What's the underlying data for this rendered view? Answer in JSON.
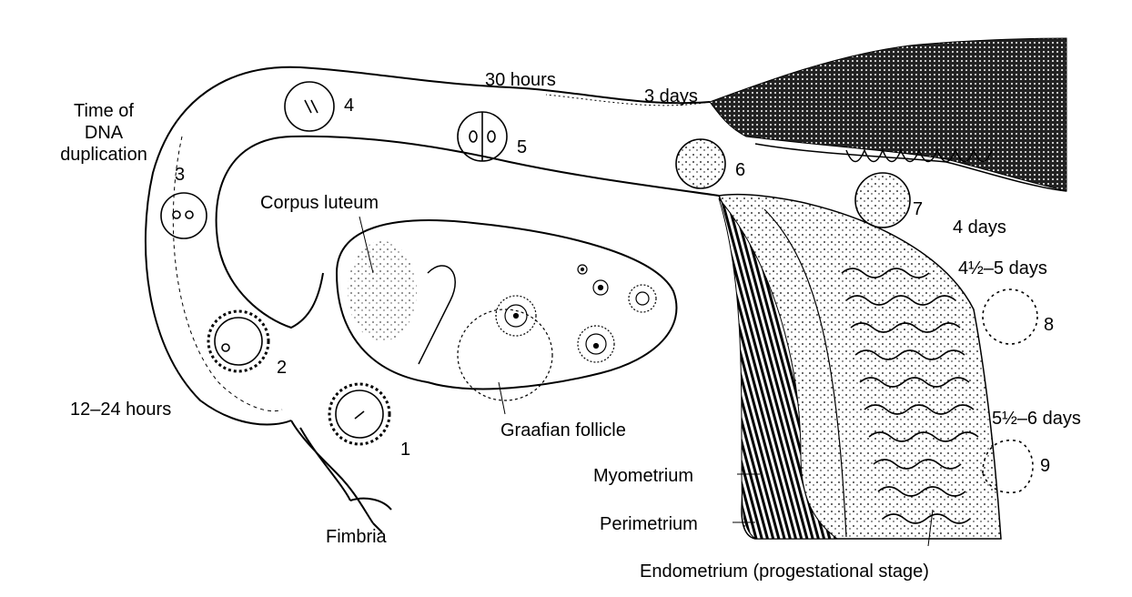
{
  "labels": {
    "time_of_dna_line1": "Time of",
    "time_of_dna_line2": "DNA",
    "time_of_dna_line3": "duplication",
    "hours_30": "30 hours",
    "days_3": "3 days",
    "days_4": "4 days",
    "days_4_5": "4½–5 days",
    "days_5_6": "5½–6 days",
    "hours_12_24": "12–24 hours",
    "corpus_luteum": "Corpus luteum",
    "graafian_follicle": "Graafian follicle",
    "fimbria": "Fimbria",
    "myometrium": "Myometrium",
    "perimetrium": "Perimetrium",
    "endometrium": "Endometrium (progestational stage)"
  },
  "stages": [
    "1",
    "2",
    "3",
    "4",
    "5",
    "6",
    "7",
    "8",
    "9"
  ]
}
